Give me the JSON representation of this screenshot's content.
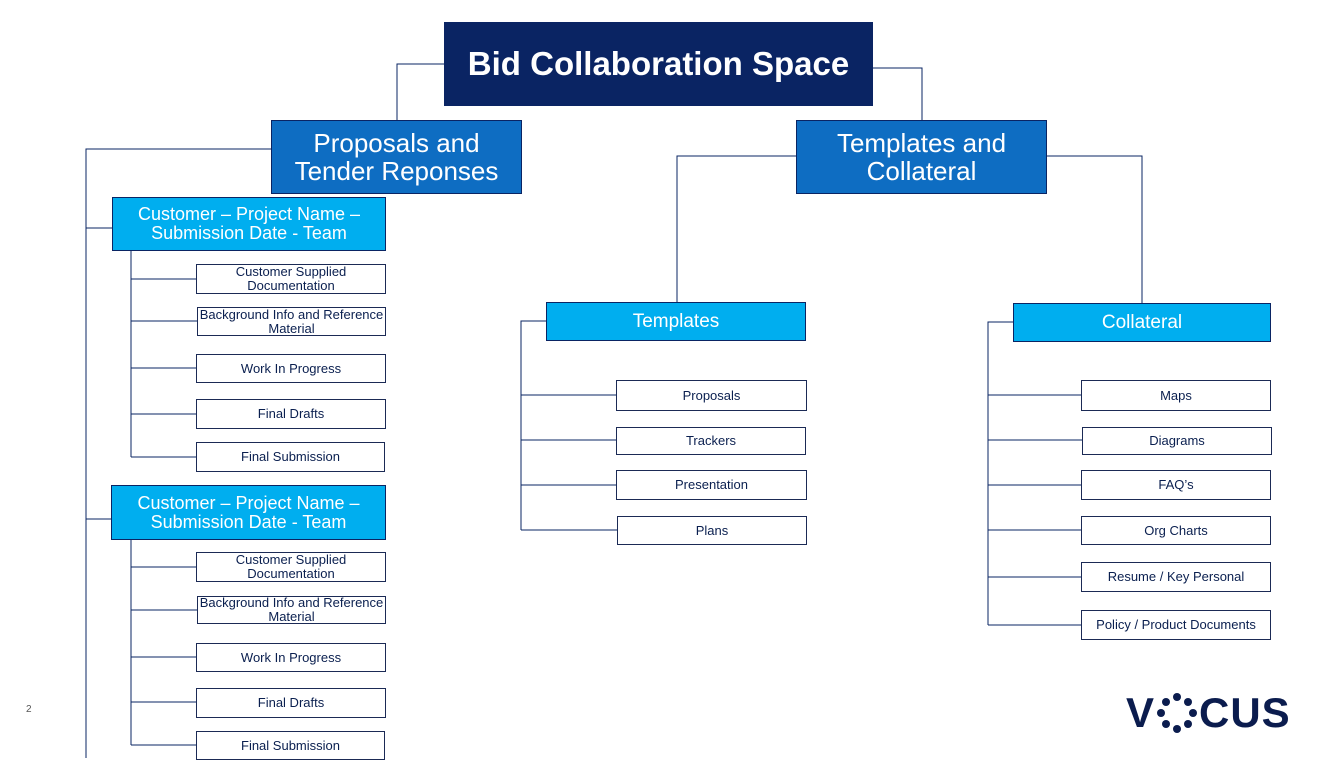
{
  "root": {
    "title": "Bid Collaboration Space"
  },
  "proposals": {
    "title": "Proposals and Tender Reponses",
    "groups": [
      {
        "title": "Customer – Project Name – Submission Date - Team",
        "items": [
          "Customer Supplied Documentation",
          "Background Info and Reference Material",
          "Work In Progress",
          "Final Drafts",
          "Final Submission"
        ]
      },
      {
        "title": "Customer – Project Name – Submission Date - Team",
        "items": [
          "Customer Supplied Documentation",
          "Background Info and Reference Material",
          "Work In Progress",
          "Final Drafts",
          "Final Submission"
        ]
      }
    ]
  },
  "templates_collateral": {
    "title": "Templates and Collateral",
    "templates": {
      "title": "Templates",
      "items": [
        "Proposals",
        "Trackers",
        "Presentation",
        "Plans"
      ]
    },
    "collateral": {
      "title": "Collateral",
      "items": [
        "Maps",
        "Diagrams",
        "FAQ’s",
        "Org Charts",
        "Resume / Key Personal",
        "Policy / Product Documents"
      ]
    }
  },
  "footer": {
    "page_number": "2",
    "logo_text": "VOCUS"
  },
  "colors": {
    "navy": "#0a2463",
    "blue": "#0e6dc2",
    "cyan": "#00aeef"
  }
}
